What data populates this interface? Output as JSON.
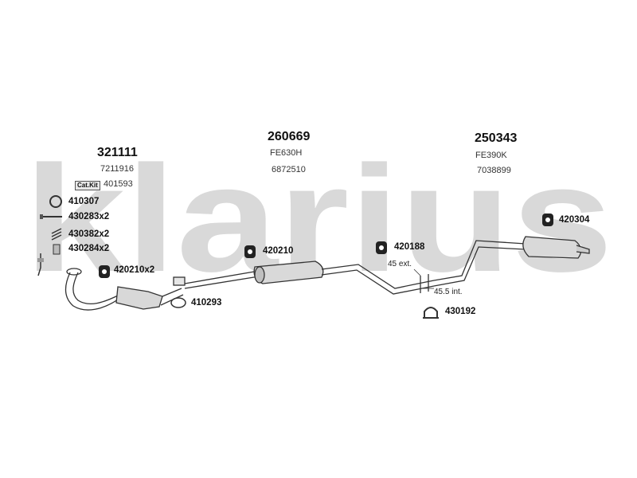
{
  "watermark": {
    "text": "klarius",
    "color": "#d9d9d9"
  },
  "sections": [
    {
      "part_no": "321111",
      "ref": "7211916"
    },
    {
      "part_no": "260669",
      "code": "FE630H",
      "ref": "6872510"
    },
    {
      "part_no": "250343",
      "code": "FE390K",
      "ref": "7038899"
    }
  ],
  "cat_kit": {
    "badge": "Cat.Kit",
    "number": "401593"
  },
  "fittings": {
    "f410307": "410307",
    "f430283": "430283x2",
    "f430382": "430382x2",
    "f430284": "430284x2",
    "f420210x2": "420210x2",
    "f420210": "420210",
    "f410293": "410293",
    "f420188": "420188",
    "f420304": "420304",
    "f430192": "430192"
  },
  "dims": {
    "ext": "45 ext.",
    "int": "45.5 int."
  }
}
